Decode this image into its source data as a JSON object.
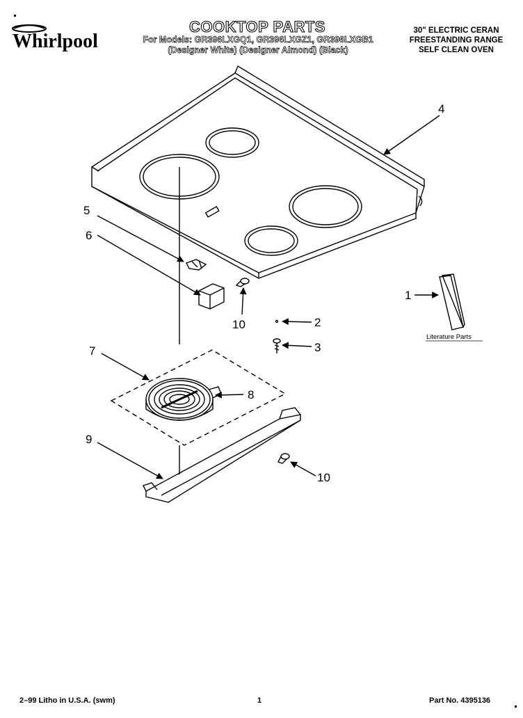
{
  "header": {
    "brand": "Whirlpool",
    "title": "COOKTOP PARTS",
    "models_line": "For Models: GR396LXGQ1, GR396LXGZ1, GR396LXGB1",
    "colors_line": "(Designer White) (Designer Almond)   (Black)",
    "range_lines": [
      "30\" ELECTRIC CERAN",
      "FREESTANDING RANGE",
      "SELF CLEAN OVEN"
    ]
  },
  "callouts": {
    "c1": "1",
    "c2": "2",
    "c3": "3",
    "c4": "4",
    "c5": "5",
    "c6": "6",
    "c7": "7",
    "c8": "8",
    "c9": "9",
    "c10a": "10",
    "c10b": "10"
  },
  "literature_label": "Literature Parts",
  "footer": {
    "left": "2–99 Litho in U.S.A. (swm)",
    "center": "1",
    "right": "Part No. 4395136"
  }
}
